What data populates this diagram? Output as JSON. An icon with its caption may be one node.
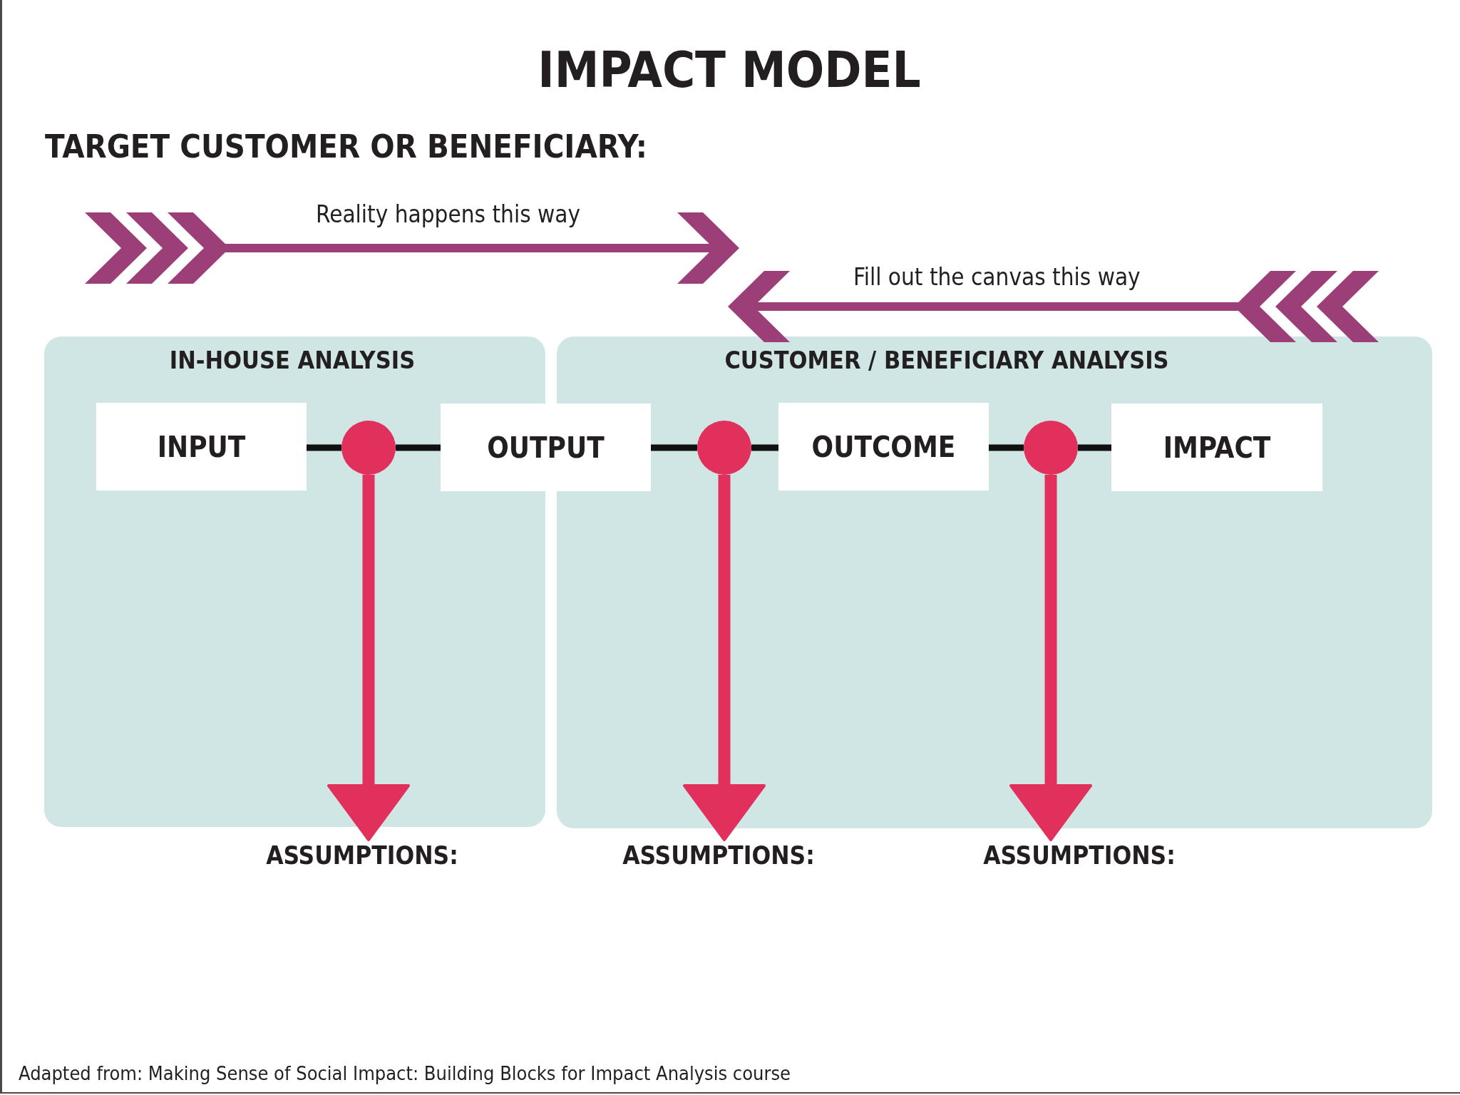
{
  "diagram": {
    "title": "IMPACT MODEL",
    "caption": "Adapted from: Making Sense of Social Impact: Building Blocks for Impact Analysis course",
    "nodes": [
      {
        "text": [
          "IN-HOUSE ANALYSIS"
        ]
      },
      {
        "text": [
          "INPUT"
        ],
        "in": 0
      },
      {
        "text": [],
        "shape": "circle",
        "in": 0
      },
      {
        "text": [
          "OUTPUT"
        ]
      },
      {
        "text": [
          "CUSTOMER / BENEFICIARY ANALYSIS"
        ]
      },
      {
        "text": [],
        "shape": "circle",
        "in": 4
      },
      {
        "text": [
          "OUTCOME"
        ],
        "in": 4
      },
      {
        "text": [],
        "shape": "circle",
        "in": 4
      },
      {
        "text": [
          "IMPACT"
        ],
        "in": 4
      },
      {
        "text": [
          "ASSUMPTIONS:"
        ]
      },
      {
        "text": [
          "ASSUMPTIONS:"
        ]
      },
      {
        "text": [
          "ASSUMPTIONS:"
        ]
      }
    ],
    "edges": [
      {
        "from": 1,
        "to": 2,
        "arrow": "none"
      },
      {
        "from": 2,
        "to": 3,
        "arrow": "none"
      },
      {
        "from": 3,
        "to": 5,
        "arrow": "none"
      },
      {
        "from": 5,
        "to": 6,
        "arrow": "none"
      },
      {
        "from": 6,
        "to": 7,
        "arrow": "none"
      },
      {
        "from": 7,
        "to": 8,
        "arrow": "none"
      },
      {
        "from": 2,
        "to": 9,
        "arrow": "to",
        "style": "thick",
        "color": "#e2305c"
      },
      {
        "from": 5,
        "to": 10,
        "arrow": "to",
        "style": "thick",
        "color": "#e2305c"
      },
      {
        "from": 7,
        "to": 11,
        "arrow": "to",
        "style": "thick",
        "color": "#e2305c"
      }
    ],
    "labels": [
      "TARGET CUSTOMER OR BENEFICIARY:",
      "Reality happens this way",
      "Fill out the canvas this way"
    ]
  }
}
